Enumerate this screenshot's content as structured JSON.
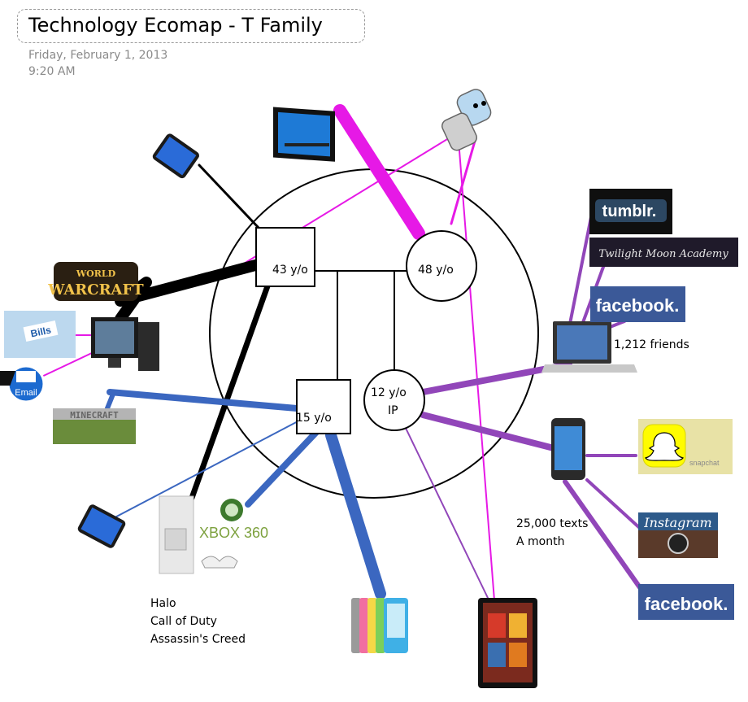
{
  "header": {
    "title": "Technology Ecomap - T Family",
    "date": "Friday, February 1, 2013",
    "time": "9:20 AM"
  },
  "members": {
    "father": "43 y/o",
    "mother": "48 y/o",
    "son": "15 y/o",
    "daughter_age": "12 y/o",
    "daughter_tag": "IP"
  },
  "logos": {
    "world": "WORLD",
    "warcraft": "WARCRAFT",
    "bills": "Bills",
    "email": "Email",
    "minecraft": "MINECRAFT",
    "xbox": "XBOX 360",
    "tumblr": "tumblr.",
    "twilight": "Twilight Moon Academy",
    "facebook_top": "facebook.",
    "snapchat": "snapchat",
    "instagram": "Instagram",
    "facebook_bottom": "facebook."
  },
  "notes": {
    "friends": "1,212 friends",
    "texts_line1": "25,000 texts",
    "texts_line2": "A month",
    "games": [
      "Halo",
      "Call of Duty",
      "Assassin's Creed"
    ]
  },
  "colors": {
    "magenta": "#e619e6",
    "black": "#000000",
    "blue": "#3b67c0",
    "purple": "#9146b9"
  }
}
